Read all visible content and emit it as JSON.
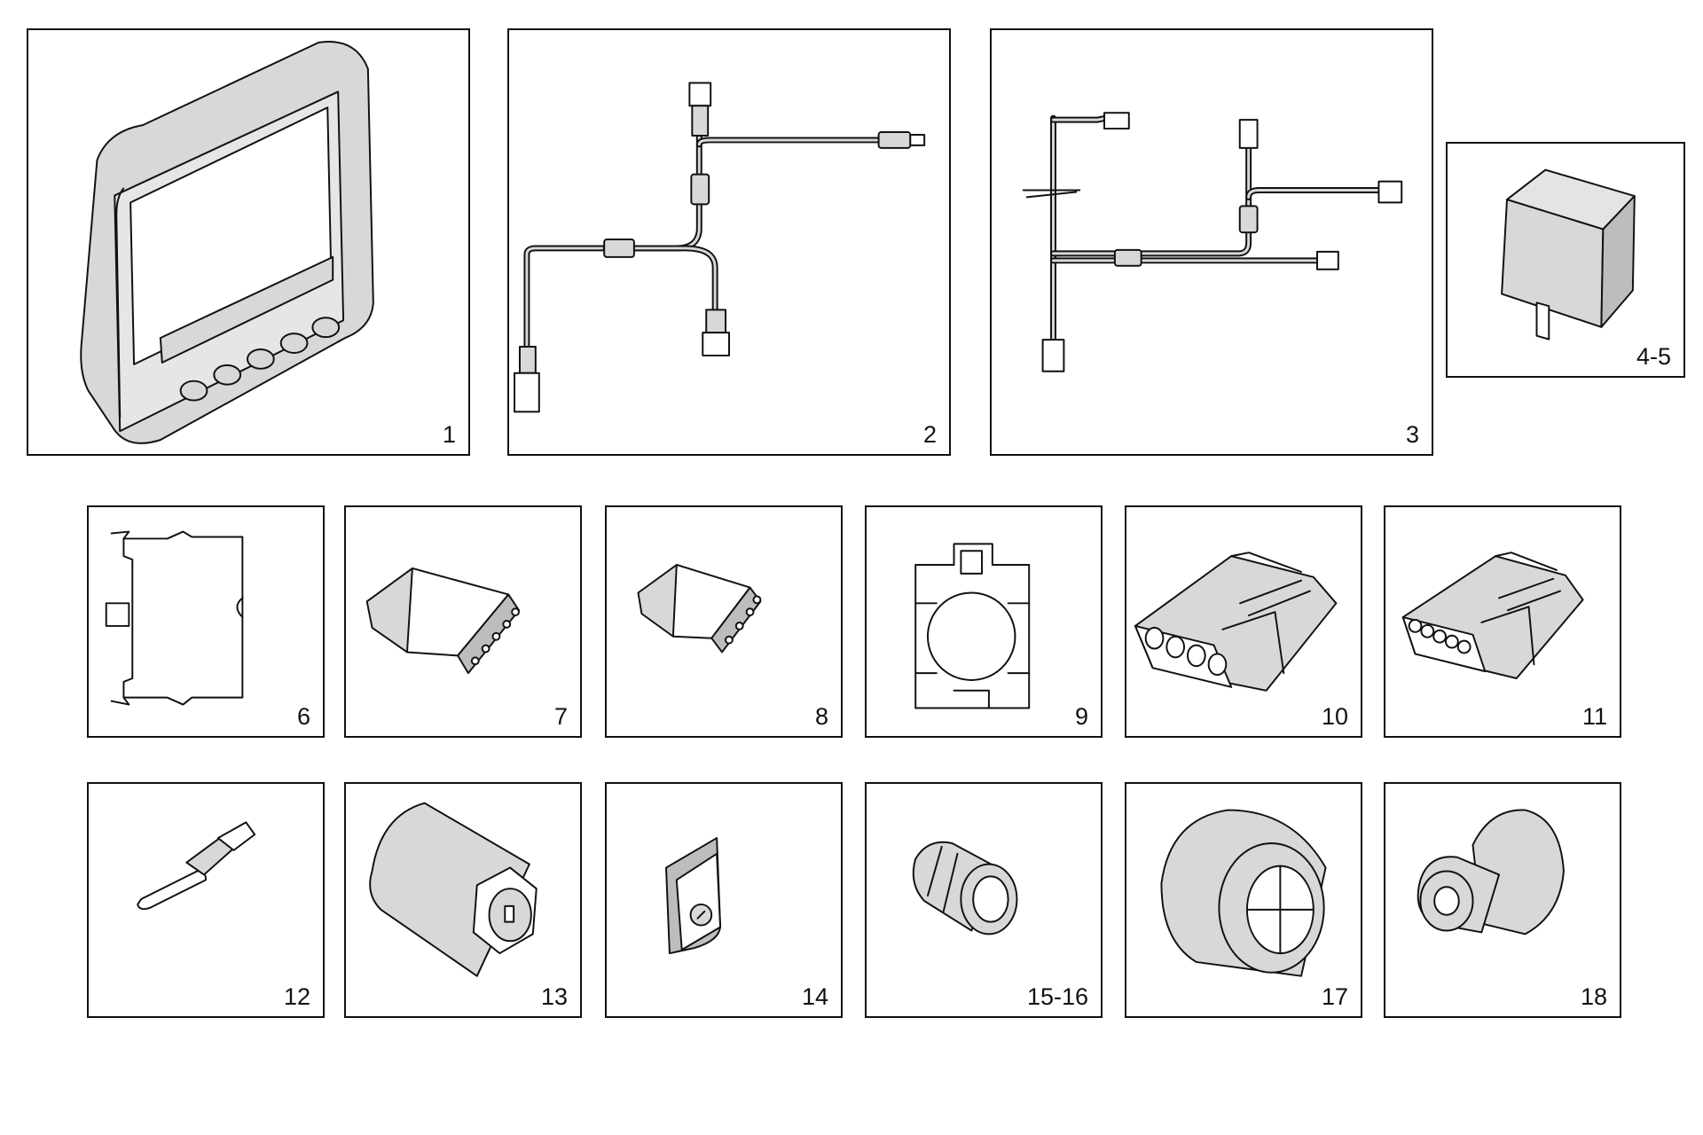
{
  "parts": [
    {
      "id": "p1",
      "label": "1",
      "icon": "display-unit-icon"
    },
    {
      "id": "p2",
      "label": "2",
      "icon": "wiring-harness-icon"
    },
    {
      "id": "p3",
      "label": "3",
      "icon": "wiring-harness-icon"
    },
    {
      "id": "p4",
      "label": "4-5",
      "icon": "relay-icon"
    },
    {
      "id": "p6",
      "label": "6",
      "icon": "mounting-clip-icon"
    },
    {
      "id": "p7",
      "label": "7",
      "icon": "connector-6-pin-icon"
    },
    {
      "id": "p8",
      "label": "8",
      "icon": "connector-4-pin-icon"
    },
    {
      "id": "p9",
      "label": "9",
      "icon": "relay-socket-icon"
    },
    {
      "id": "p10",
      "label": "10",
      "icon": "connector-4-way-housing-icon"
    },
    {
      "id": "p11",
      "label": "11",
      "icon": "connector-6-way-housing-icon"
    },
    {
      "id": "p12",
      "label": "12",
      "icon": "terminal-pin-icon"
    },
    {
      "id": "p13",
      "label": "13",
      "icon": "sensor-icon"
    },
    {
      "id": "p14",
      "label": "14",
      "icon": "cable-tie-mount-icon"
    },
    {
      "id": "p15",
      "label": "15-16",
      "icon": "grommet-icon"
    },
    {
      "id": "p17",
      "label": "17",
      "icon": "buzzer-icon"
    },
    {
      "id": "p18",
      "label": "18",
      "icon": "seal-plug-icon"
    }
  ]
}
